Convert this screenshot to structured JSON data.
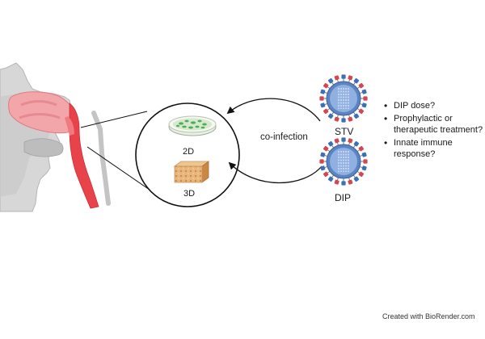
{
  "diagram": {
    "culture_2d_label": "2D",
    "culture_3d_label": "3D",
    "arrow_label": "co-infection",
    "virus_top_label": "STV",
    "virus_bottom_label": "DIP",
    "questions": [
      "DIP dose?",
      "Prophylactic or therapeutic treatment?",
      "Innate immune response?"
    ],
    "credit": "Created with BioRender.com"
  },
  "colors": {
    "airway_red": "#e8424a",
    "tissue_pink": "#f0a0a4",
    "virus_envelope_blue": "#5b84c4",
    "spike_red": "#d64550",
    "spike_blue": "#3b6fb6",
    "cell_green": "#4caf50",
    "tissue_tan": "#e3a868"
  }
}
